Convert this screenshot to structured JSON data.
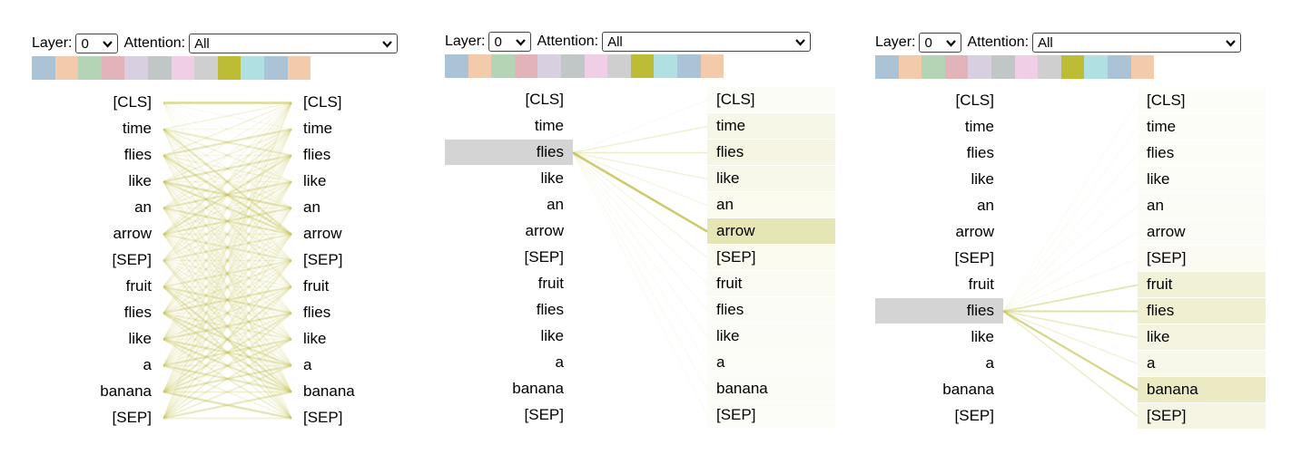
{
  "tokens": [
    "[CLS]",
    "time",
    "flies",
    "like",
    "an",
    "arrow",
    "[SEP]",
    "fruit",
    "flies",
    "like",
    "a",
    "banana",
    "[SEP]"
  ],
  "line_color": "#c2c04a",
  "highlight_row_color": "#d4d4d4",
  "controls": {
    "layer_label": "Layer:",
    "layer_value": "0",
    "attention_label": "Attention:",
    "attention_value": "All"
  },
  "head_colors": [
    "#aac3d6",
    "#f3cbab",
    "#b3d5b5",
    "#e2b3b8",
    "#d8cfe0",
    "#c1c7c6",
    "#f0cfe6",
    "#cfcfcf",
    "#bdbd35",
    "#b1e0e3",
    "#aac3d6",
    "#f3cbab"
  ],
  "panels": [
    {
      "mode": "all",
      "attention": [
        [
          0.9,
          0.15,
          0.1,
          0.1,
          0.1,
          0.12,
          0.05,
          0.1,
          0.05,
          0.05,
          0.05,
          0.1,
          0.05
        ],
        [
          0.3,
          0.15,
          0.5,
          0.3,
          0.2,
          0.6,
          0.3,
          0.2,
          0.1,
          0.1,
          0.1,
          0.2,
          0.2
        ],
        [
          0.3,
          0.6,
          0.2,
          0.3,
          0.3,
          0.7,
          0.2,
          0.4,
          0.1,
          0.2,
          0.1,
          0.2,
          0.1
        ],
        [
          0.2,
          0.3,
          0.6,
          0.2,
          0.7,
          0.6,
          0.3,
          0.2,
          0.3,
          0.1,
          0.3,
          0.3,
          0.2
        ],
        [
          0.2,
          0.3,
          0.3,
          0.6,
          0.2,
          0.6,
          0.3,
          0.2,
          0.2,
          0.3,
          0.1,
          0.3,
          0.2
        ],
        [
          0.2,
          0.4,
          0.6,
          0.3,
          0.6,
          0.3,
          0.5,
          0.2,
          0.3,
          0.2,
          0.3,
          0.2,
          0.3
        ],
        [
          0.3,
          0.3,
          0.2,
          0.4,
          0.2,
          0.5,
          0.3,
          0.3,
          0.2,
          0.3,
          0.2,
          0.4,
          0.4
        ],
        [
          0.2,
          0.2,
          0.3,
          0.2,
          0.2,
          0.2,
          0.5,
          0.2,
          0.6,
          0.4,
          0.3,
          0.6,
          0.4
        ],
        [
          0.2,
          0.2,
          0.3,
          0.3,
          0.2,
          0.3,
          0.4,
          0.6,
          0.2,
          0.4,
          0.6,
          0.6,
          0.3
        ],
        [
          0.2,
          0.2,
          0.2,
          0.3,
          0.2,
          0.3,
          0.3,
          0.4,
          0.6,
          0.2,
          0.6,
          0.6,
          0.4
        ],
        [
          0.1,
          0.2,
          0.2,
          0.3,
          0.2,
          0.3,
          0.3,
          0.3,
          0.3,
          0.6,
          0.3,
          0.6,
          0.3
        ],
        [
          0.2,
          0.2,
          0.2,
          0.2,
          0.3,
          0.3,
          0.3,
          0.5,
          0.5,
          0.5,
          0.6,
          0.4,
          0.7
        ],
        [
          0.3,
          0.2,
          0.2,
          0.2,
          0.2,
          0.3,
          0.4,
          0.3,
          0.4,
          0.4,
          0.4,
          0.6,
          0.4
        ]
      ]
    },
    {
      "mode": "single",
      "selected_token_index": 2,
      "weights": [
        0.03,
        0.18,
        0.22,
        0.16,
        0.1,
        0.7,
        0.1,
        0.05,
        0.04,
        0.03,
        0.02,
        0.03,
        0.02
      ]
    },
    {
      "mode": "single",
      "selected_token_index": 8,
      "weights": [
        0.02,
        0.02,
        0.02,
        0.02,
        0.03,
        0.04,
        0.06,
        0.35,
        0.4,
        0.25,
        0.15,
        0.55,
        0.22
      ]
    }
  ]
}
